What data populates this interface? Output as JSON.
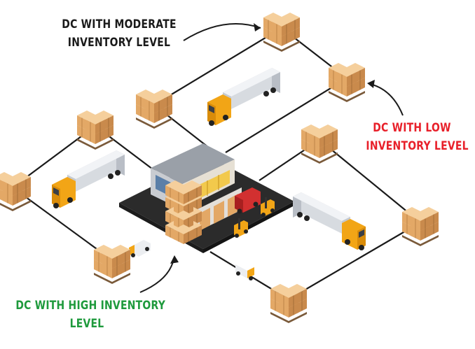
{
  "labels": {
    "moderate": {
      "line1": "DC WITH MODERATE",
      "line2": "INVENTORY LEVEL",
      "color": "#1a1a1a"
    },
    "low": {
      "line1": "DC WITH LOW",
      "line2": "INVENTORY LEVEL",
      "color": "#e8202a"
    },
    "high": {
      "line1": "DC WITH HIGH INVENTORY",
      "line2": "LEVEL",
      "color": "#1e9a3c"
    }
  },
  "colors": {
    "truck_cab": "#f2a516",
    "trailer": "#e4e6ea",
    "box": "#e8b57a",
    "road": "#2b2b2b",
    "route_line": "#1a1a1a",
    "warehouse_roof": "#8a8f97",
    "forklift": "#f2a516",
    "red_truck": "#d23030"
  }
}
